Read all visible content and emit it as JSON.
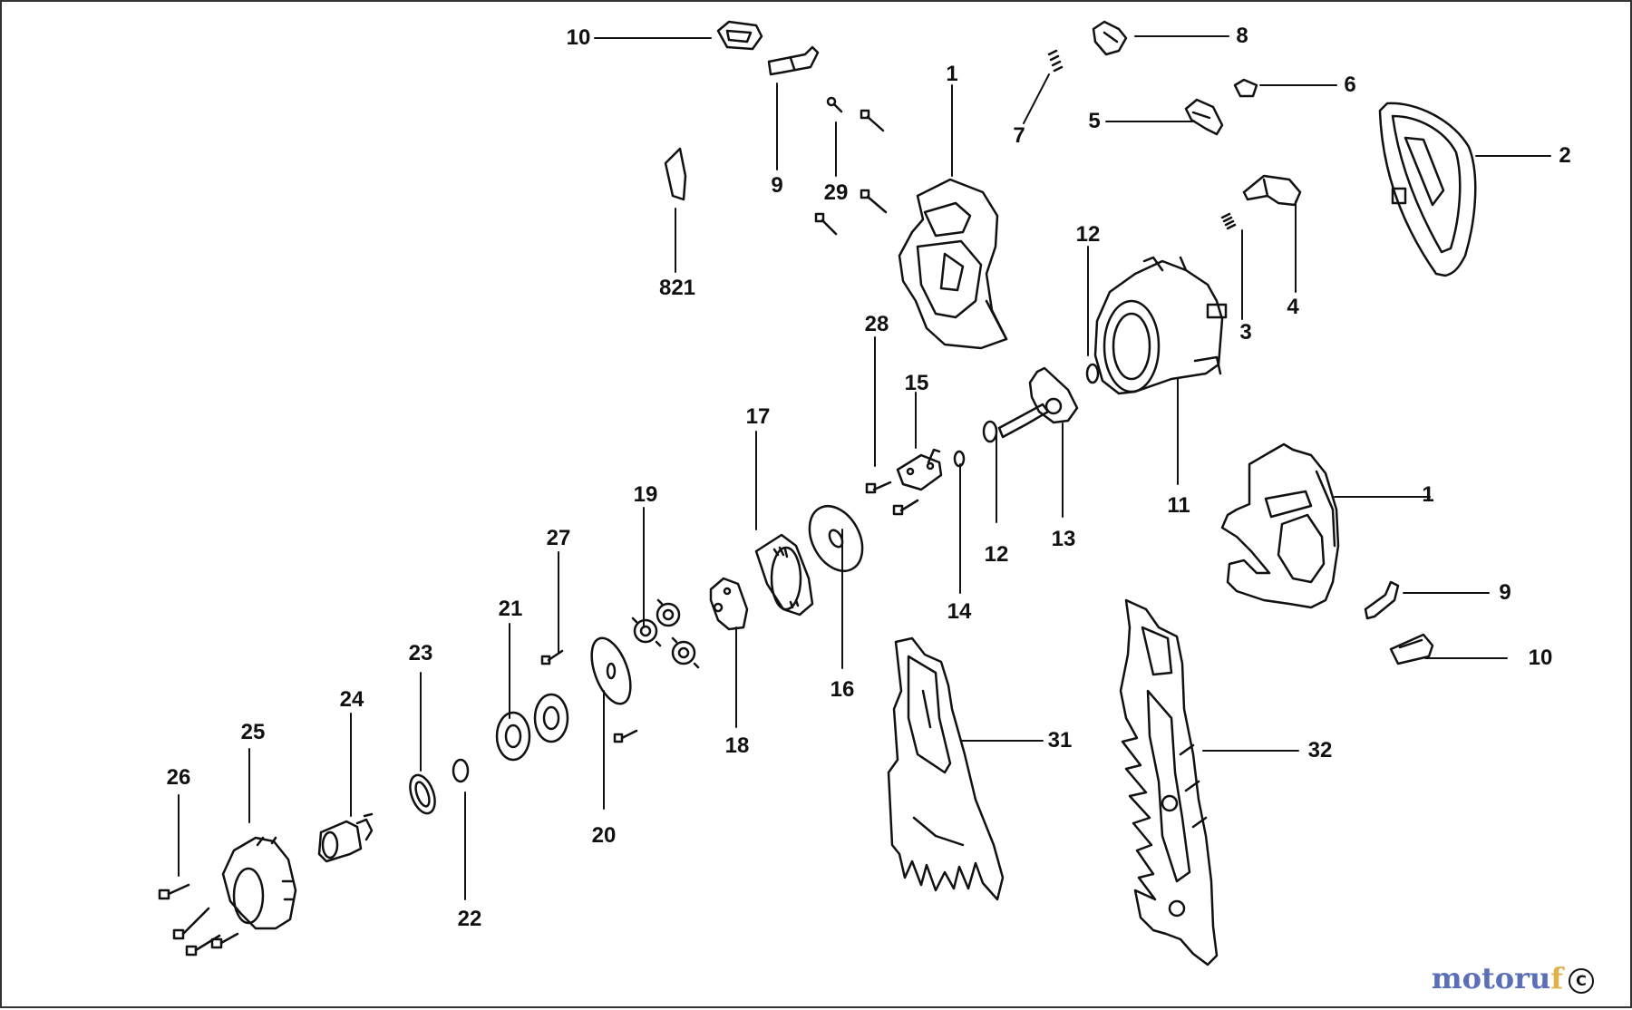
{
  "diagram": {
    "type": "exploded-parts-view",
    "callouts": [
      {
        "id": "c10a",
        "label": "10"
      },
      {
        "id": "c8",
        "label": "8"
      },
      {
        "id": "c6",
        "label": "6"
      },
      {
        "id": "c1a",
        "label": "1"
      },
      {
        "id": "c7",
        "label": "7"
      },
      {
        "id": "c5",
        "label": "5"
      },
      {
        "id": "c2",
        "label": "2"
      },
      {
        "id": "c9a",
        "label": "9"
      },
      {
        "id": "c29",
        "label": "29"
      },
      {
        "id": "c821",
        "label": "821"
      },
      {
        "id": "c12a",
        "label": "12"
      },
      {
        "id": "c3",
        "label": "3"
      },
      {
        "id": "c4",
        "label": "4"
      },
      {
        "id": "c28",
        "label": "28"
      },
      {
        "id": "c15",
        "label": "15"
      },
      {
        "id": "c17",
        "label": "17"
      },
      {
        "id": "c11",
        "label": "11"
      },
      {
        "id": "c1b",
        "label": "1"
      },
      {
        "id": "c19",
        "label": "19"
      },
      {
        "id": "c14",
        "label": "14"
      },
      {
        "id": "c12b",
        "label": "12"
      },
      {
        "id": "c13",
        "label": "13"
      },
      {
        "id": "c27",
        "label": "27"
      },
      {
        "id": "c9b",
        "label": "9"
      },
      {
        "id": "c21",
        "label": "21"
      },
      {
        "id": "c16",
        "label": "16"
      },
      {
        "id": "c10b",
        "label": "10"
      },
      {
        "id": "c23",
        "label": "23"
      },
      {
        "id": "c24",
        "label": "24"
      },
      {
        "id": "c25",
        "label": "25"
      },
      {
        "id": "c18",
        "label": "18"
      },
      {
        "id": "c31",
        "label": "31"
      },
      {
        "id": "c32",
        "label": "32"
      },
      {
        "id": "c26",
        "label": "26"
      },
      {
        "id": "c20",
        "label": "20"
      },
      {
        "id": "c22",
        "label": "22"
      }
    ]
  },
  "watermark": {
    "brand": "motoru",
    "tail": "f",
    "circle_letter": "C"
  }
}
